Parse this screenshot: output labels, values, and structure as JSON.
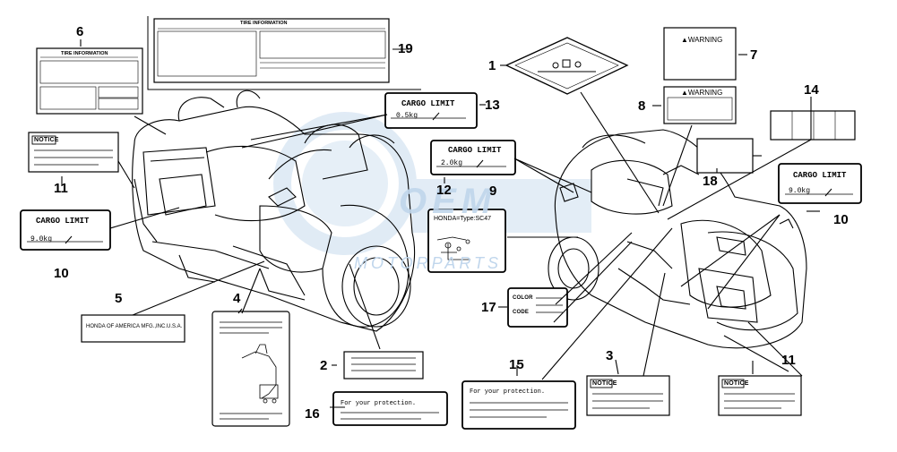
{
  "watermark": {
    "line1": "OEM",
    "line2": "MOTORPARTS"
  },
  "labels": {
    "tire_info_small": "TIRE INFORMATION",
    "tire_info_large": "TIRE INFORMATION",
    "warning_a": "▲WARNING",
    "warning_b": "▲WARNING",
    "notice_left": "NOTICE",
    "notice_3": "NOTICE",
    "notice_11": "NOTICE",
    "cargo_13_title": "CARGO LIMIT",
    "cargo_13_value": "0.5kg",
    "cargo_12_title": "CARGO LIMIT",
    "cargo_12_value": "2.0kg",
    "cargo_10l_title": "CARGO LIMIT",
    "cargo_10l_value": "9.0kg",
    "cargo_10r_title": "CARGO LIMIT",
    "cargo_10r_value": "9.0kg",
    "honda_type": "HONDA=Type:SC47",
    "honda_america": "HONDA OF AMERICA MFG.,INC.U.S.A.",
    "color": "COLOR",
    "code": "CODE",
    "protection_16": "For your protection.",
    "protection_15": "For your protection."
  },
  "callouts": [
    "1",
    "2",
    "3",
    "4",
    "5",
    "6",
    "7",
    "8",
    "9",
    "10",
    "10",
    "11",
    "11",
    "12",
    "13",
    "14",
    "15",
    "16",
    "17",
    "18",
    "19"
  ]
}
